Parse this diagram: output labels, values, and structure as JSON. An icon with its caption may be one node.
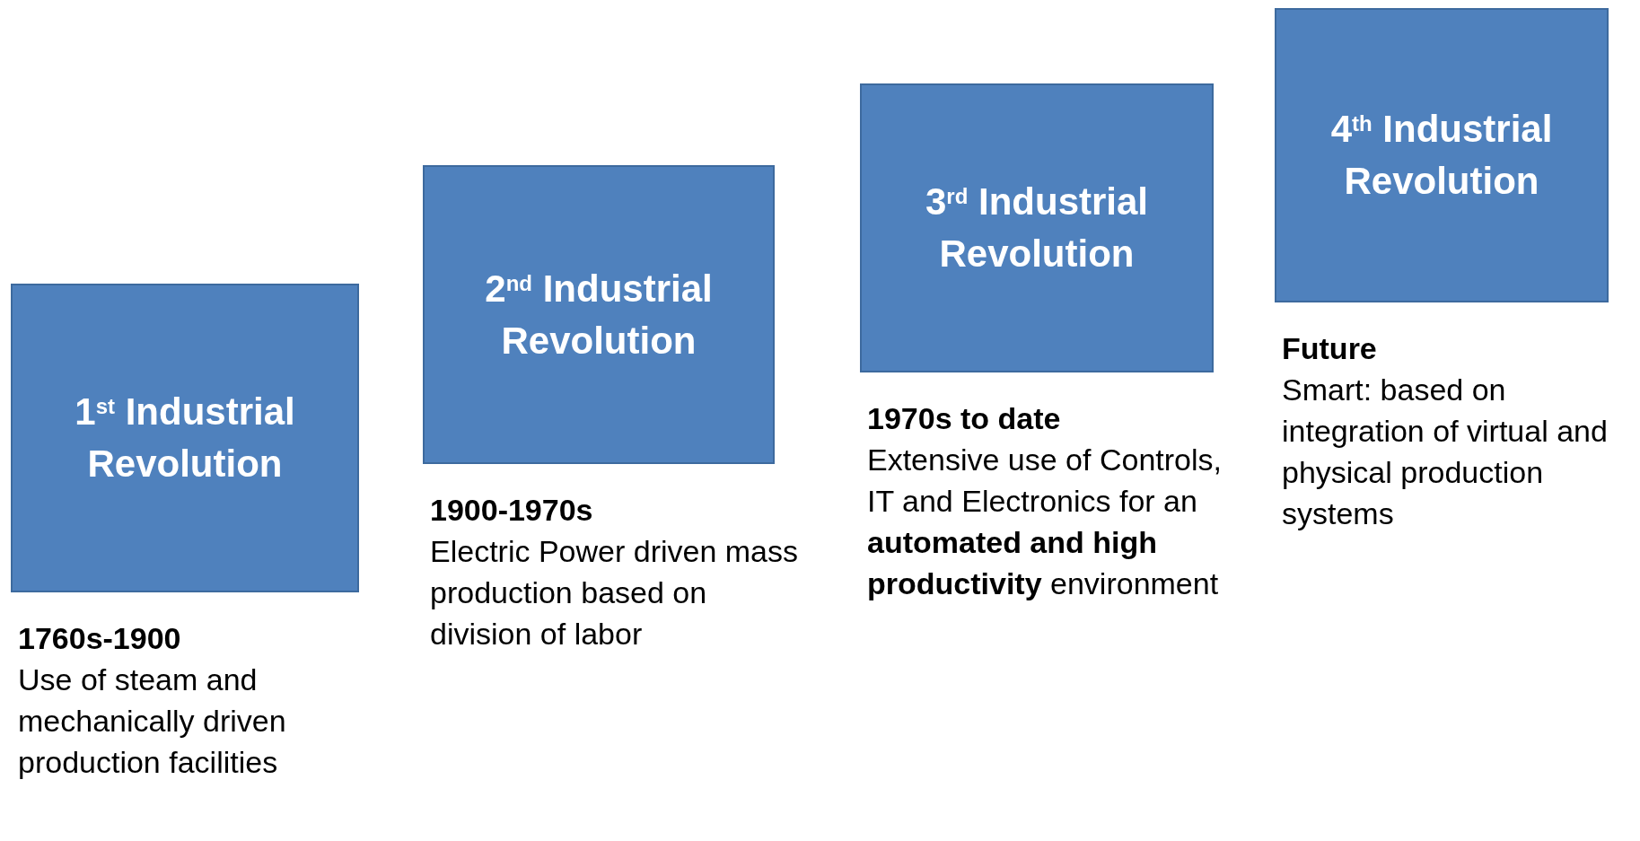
{
  "diagram": {
    "nodes": [
      {
        "text": [
          "1$^{st}$ Industrial Revolution"
        ],
        "beside": [
          "1760s-1900",
          "Use of steam and mechanically driven  production facilities"
        ]
      },
      {
        "text": [
          "2$^{nd}$ Industrial Revolution"
        ],
        "beside": [
          "1900-1970s",
          "Electric Power driven mass production based on division of labor"
        ]
      },
      {
        "text": [
          "3$^{rd}$ Industrial Revolution"
        ],
        "beside": [
          "1970s to date",
          "Extensive use of Controls, IT and Electronics for an **automated and high productivity** environment"
        ]
      },
      {
        "text": [
          "4$^{th}$ Industrial Revolution"
        ],
        "beside": [
          "Future",
          "Smart: based on integration of virtual and physical production systems"
        ]
      }
    ]
  }
}
